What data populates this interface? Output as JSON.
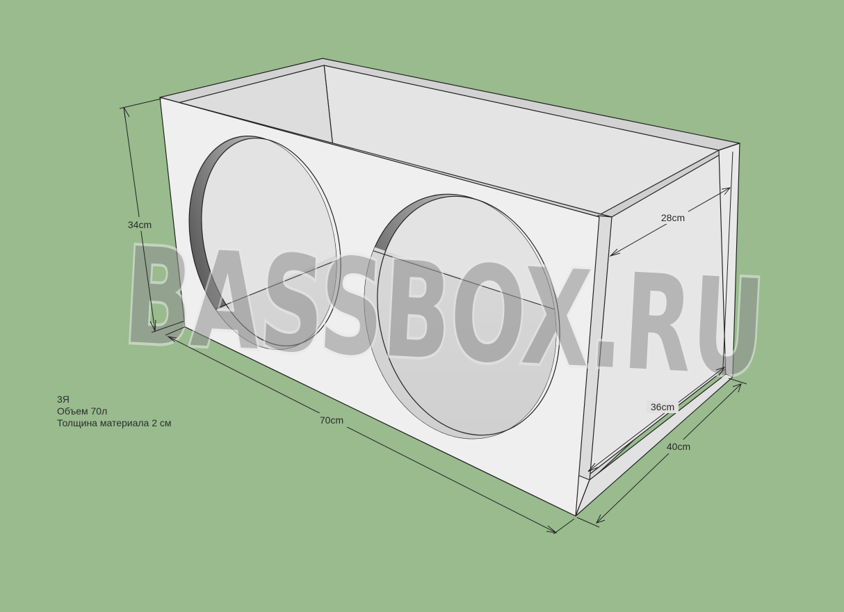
{
  "dimensions": {
    "height": "34cm",
    "length": "70cm",
    "inner_depth": "28cm",
    "inner_height": "36cm",
    "depth": "40cm"
  },
  "watermark": "BASSBOX.RU",
  "notes": {
    "line1": "3Я",
    "line2": "Объем 70л",
    "line3": "Толщина материала 2 см"
  },
  "colors": {
    "background": "#99bb8e",
    "panel": "#efefef",
    "panel_shade": "#d6d6d6",
    "edge": "#222222"
  }
}
